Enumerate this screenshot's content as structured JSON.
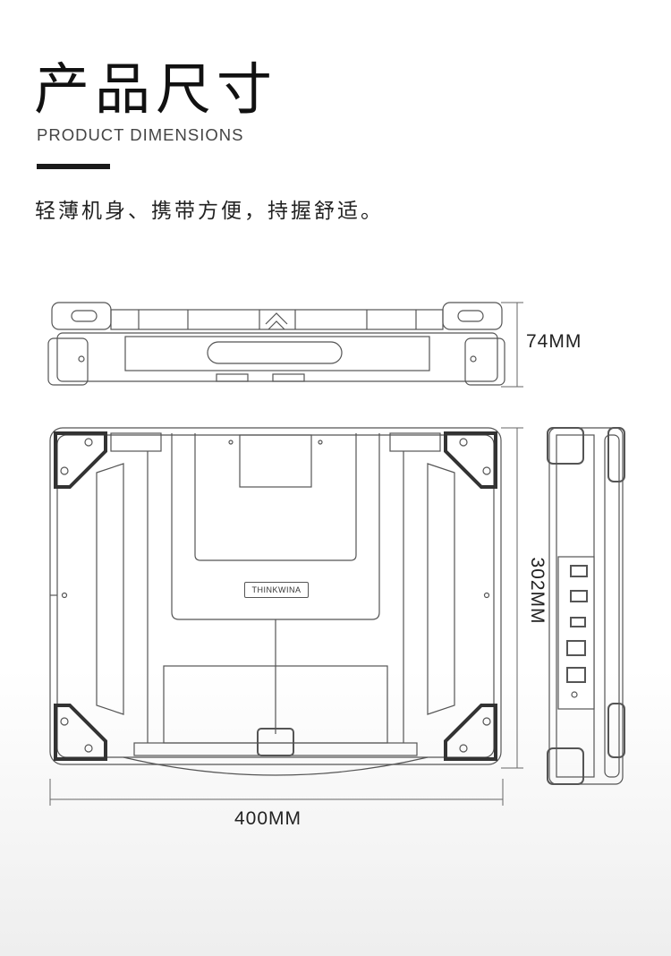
{
  "header": {
    "title": "产品尺寸",
    "subtitle": "PRODUCT DIMENSIONS",
    "tagline": "轻薄机身、携带方便，持握舒适。"
  },
  "device": {
    "brand_logo": "THINKWINA"
  },
  "dimensions": {
    "thickness": "74MM",
    "depth": "302MM",
    "width": "400MM"
  },
  "colors": {
    "line": "#555555",
    "text": "#111111"
  }
}
